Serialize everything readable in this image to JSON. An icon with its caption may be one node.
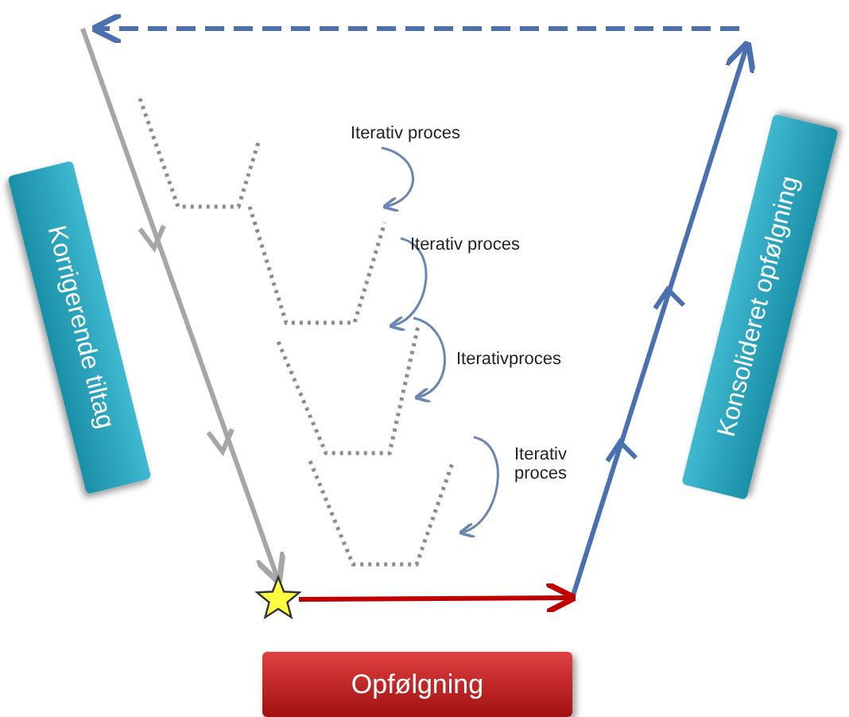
{
  "diagram": {
    "nodes": [
      {
        "text": [
          "Korrigerende tiltag"
        ]
      },
      {
        "text": [
          "Konsolideret opfølgning"
        ]
      },
      {
        "text": [
          "Opfølgning"
        ]
      },
      {
        "text": [],
        "shape": "star"
      }
    ],
    "edges": [
      {
        "from": null,
        "to": 3,
        "arrow": "to",
        "color": "#a6a6a6"
      },
      {
        "from": 3,
        "to": null,
        "arrow": "to",
        "color": "#c00000"
      }
    ],
    "labels": [
      "Iterativ proces",
      "Iterativ proces",
      "Iterativproces",
      "Iterativ proces"
    ]
  }
}
